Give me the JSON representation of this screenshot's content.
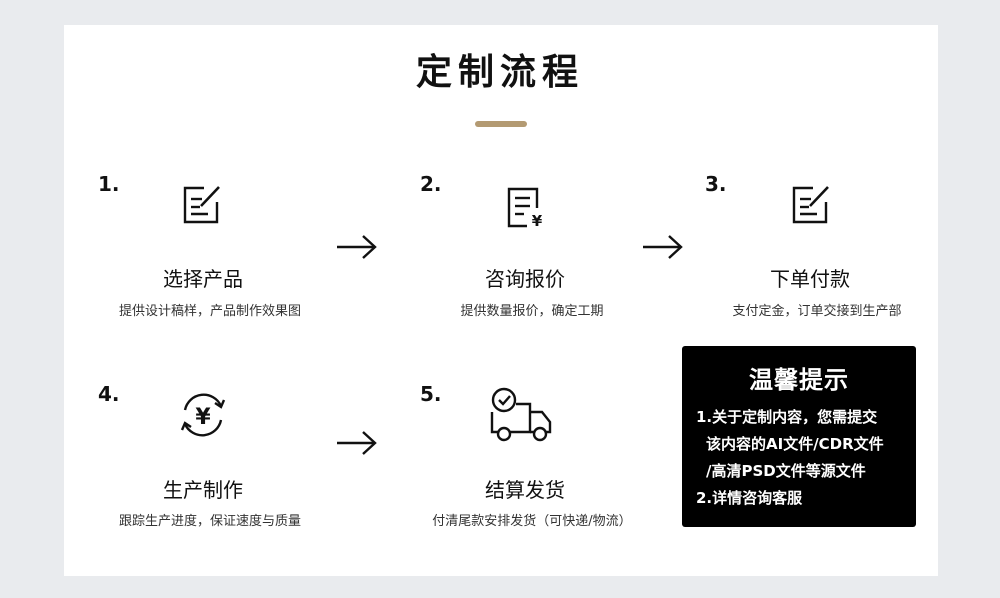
{
  "title": "定制流程",
  "steps": [
    {
      "num": "1.",
      "icon": "edit-note-icon",
      "title": "选择产品",
      "desc": "提供设计稿样，产品制作效果图"
    },
    {
      "num": "2.",
      "icon": "yuan-bill-icon",
      "title": "咨询报价",
      "desc": "提供数量报价，确定工期"
    },
    {
      "num": "3.",
      "icon": "edit-note-icon",
      "title": "下单付款",
      "desc": "支付定金，订单交接到生产部"
    },
    {
      "num": "4.",
      "icon": "yuan-refresh-icon",
      "title": "生产制作",
      "desc": "跟踪生产进度，保证速度与质量"
    },
    {
      "num": "5.",
      "icon": "delivery-truck-icon",
      "title": "结算发货",
      "desc": "付清尾款安排发货（可快递/物流）"
    }
  ],
  "tips": {
    "title": "温馨提示",
    "lines": [
      "1.关于定制内容，您需提交",
      "该内容的AI文件/CDR文件",
      "/高清PSD文件等源文件",
      "2.详情咨询客服"
    ]
  },
  "colors": {
    "accent": "#b39a72",
    "background": "#e9ebee",
    "card": "#ffffff",
    "tips_bg": "#000000"
  }
}
